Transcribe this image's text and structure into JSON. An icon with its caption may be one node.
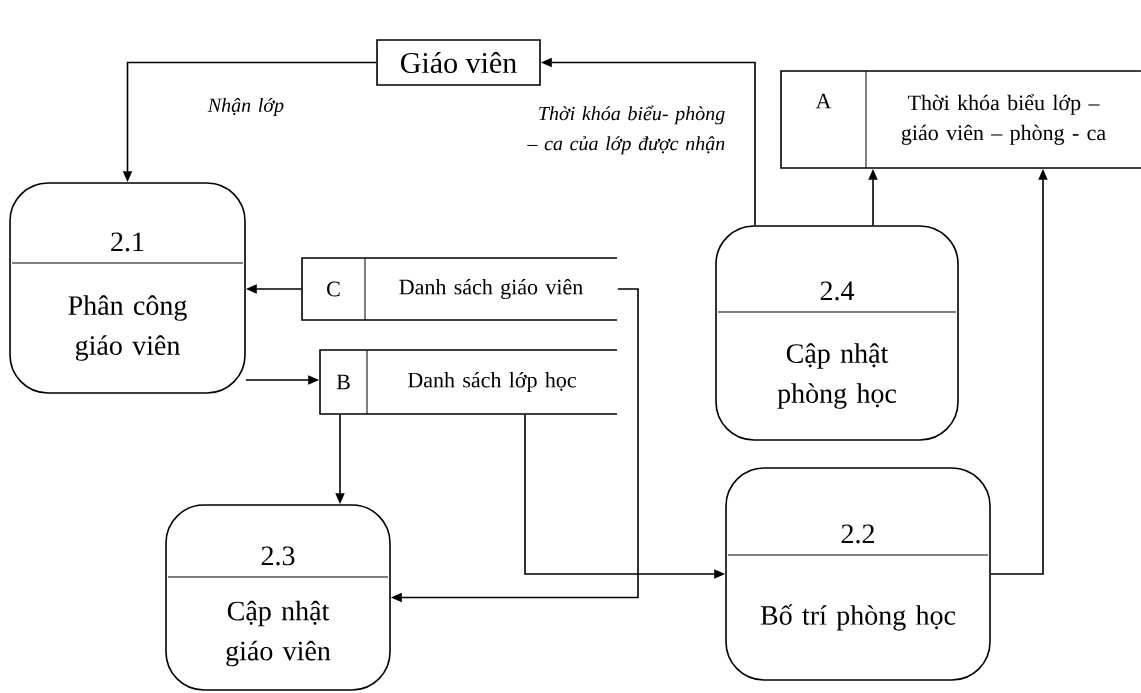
{
  "diagram": {
    "nodes": [
      {
        "text": [
          "Giáo viên"
        ]
      },
      {
        "text": [
          "A",
          "Thời khóa biểu lớp – giáo viên – phòng - ca"
        ]
      },
      {
        "text": [
          "2.1",
          "Phân công giáo viên"
        ]
      },
      {
        "text": [
          "C",
          "Danh sách giáo viên"
        ]
      },
      {
        "text": [
          "2.4",
          "Cập nhật phòng học"
        ]
      },
      {
        "text": [
          "B",
          "Danh sách lớp học"
        ]
      },
      {
        "text": [
          "2.3",
          "Cập nhật giáo viên"
        ]
      },
      {
        "text": [
          "2.2",
          "Bố trí phòng học"
        ]
      }
    ],
    "edges": [
      {
        "from": 0,
        "to": 2,
        "arrow": "to",
        "label": "Nhận lớp"
      },
      {
        "from": 4,
        "to": 0,
        "arrow": "to",
        "label": "Thời khóa biểu- phòng – ca của lớp được nhận"
      },
      {
        "from": 4,
        "to": 1,
        "arrow": "to"
      },
      {
        "from": 7,
        "to": 1,
        "arrow": "to"
      },
      {
        "from": 3,
        "to": 2,
        "arrow": "to"
      },
      {
        "from": 2,
        "to": 5,
        "arrow": "to"
      },
      {
        "from": 5,
        "to": 6,
        "arrow": "to"
      },
      {
        "from": 5,
        "to": 7,
        "arrow": "to"
      },
      {
        "from": 3,
        "to": 6,
        "arrow": "to"
      }
    ]
  }
}
